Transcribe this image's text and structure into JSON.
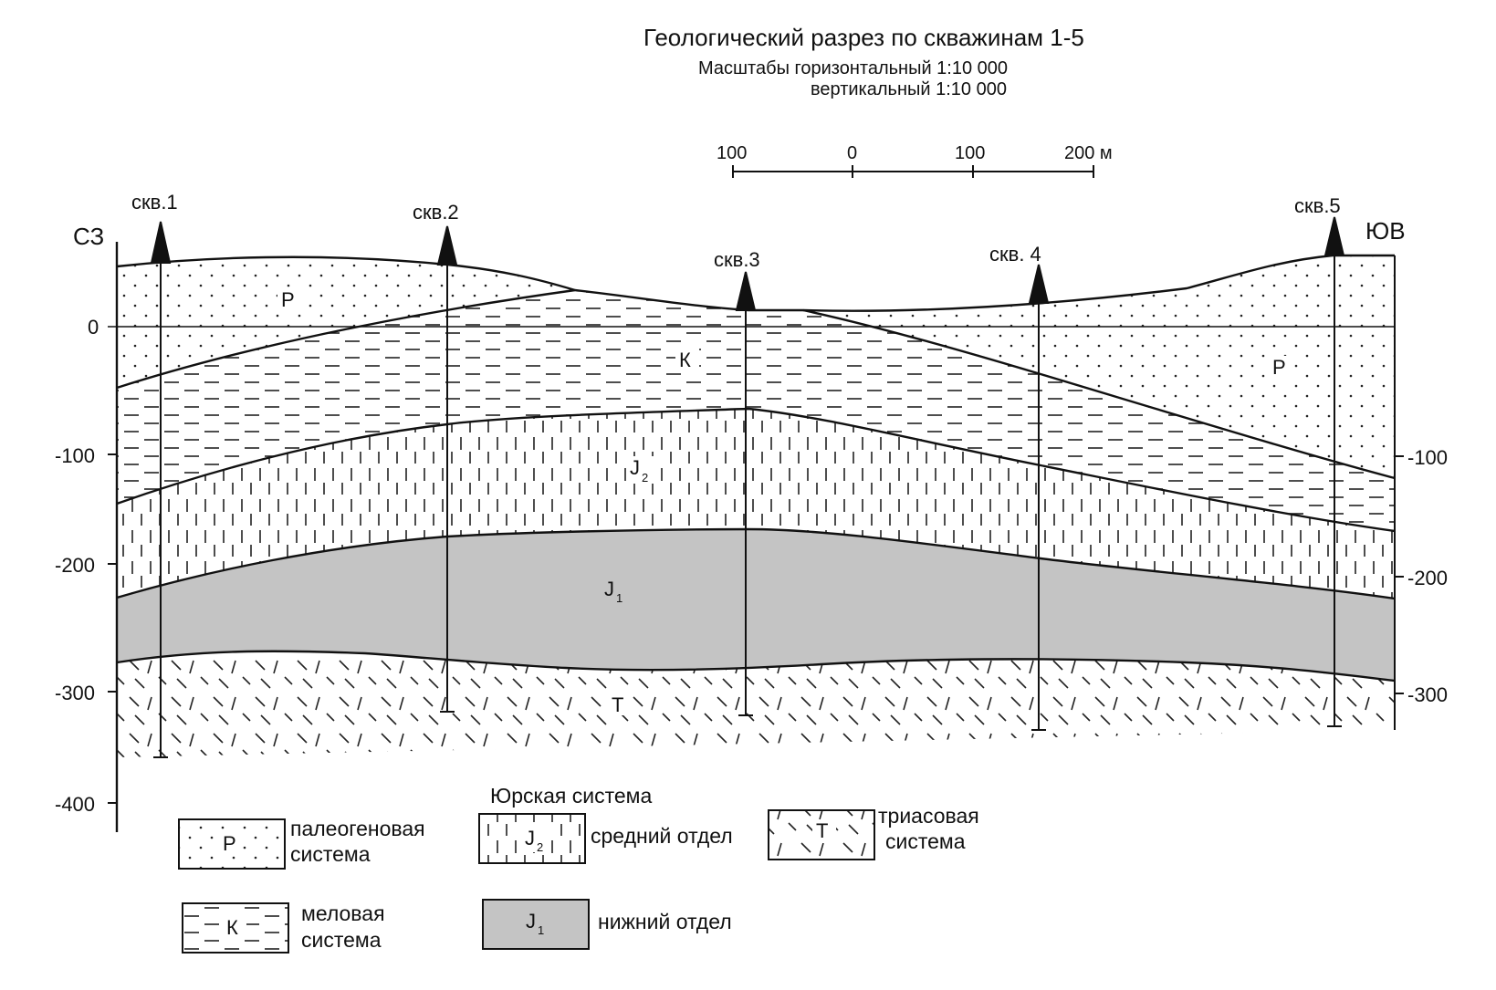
{
  "title": "Геологический разрез по скважинам 1-5",
  "scale_h": "Масштабы горизонтальный 1:10 000",
  "scale_v": "вертикальный 1:10 000",
  "scalebar": [
    "100",
    "0",
    "100",
    "200 м"
  ],
  "direction_left": "СЗ",
  "direction_right": "ЮВ",
  "left_axis": [
    "0",
    "-100",
    "-200",
    "-300",
    "-400"
  ],
  "right_axis": [
    "-100",
    "-200",
    "-300"
  ],
  "wells": [
    "скв.1",
    "скв.2",
    "скв.3",
    "скв. 4",
    "скв.5"
  ],
  "layers": {
    "P": "Р",
    "K": "К",
    "J2_main": "J",
    "J2_sub": "2",
    "J1_main": "J",
    "J1_sub": "1",
    "T": "Т"
  },
  "legend": {
    "jurassic_header": "Юрская система",
    "paleogene_symbol": "Р",
    "paleogene_1": "палеогеновая",
    "paleogene_2": "система",
    "cretaceous_symbol": "К",
    "cretaceous_1": "меловая",
    "cretaceous_2": "система",
    "j2_main": "J",
    "j2_sub": "2",
    "j2_label": "средний отдел",
    "j1_main": "J",
    "j1_sub": "1",
    "j1_label": "нижний  отдел",
    "triassic_symbol": "Т",
    "triassic_1": "триасовая",
    "triassic_2": "система"
  },
  "colors": {
    "j1_fill": "#c4c4c4",
    "line": "#111111"
  }
}
